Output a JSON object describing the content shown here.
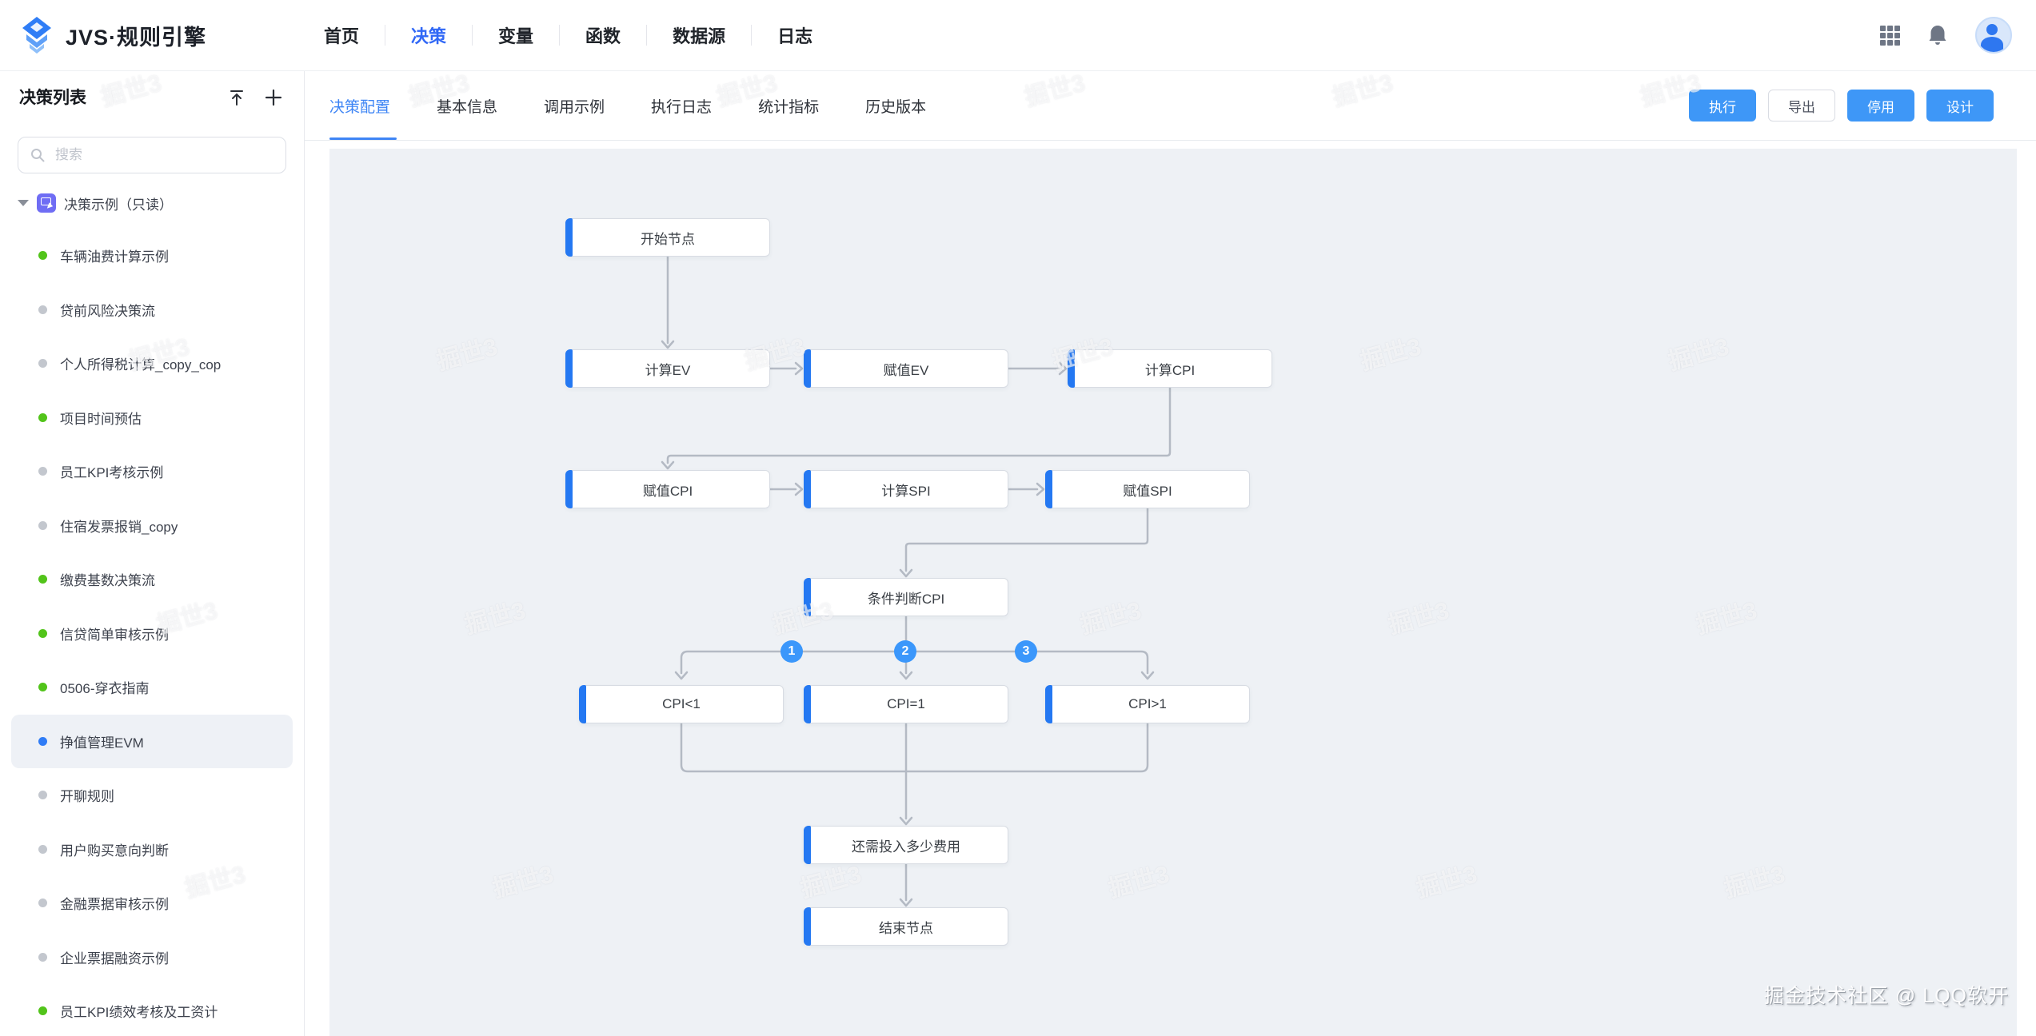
{
  "header": {
    "brand": "JVS·规则引擎",
    "nav": [
      {
        "label": "首页",
        "active": false
      },
      {
        "label": "决策",
        "active": true
      },
      {
        "label": "变量",
        "active": false
      },
      {
        "label": "函数",
        "active": false
      },
      {
        "label": "数据源",
        "active": false
      },
      {
        "label": "日志",
        "active": false
      }
    ],
    "right_icons": [
      "apps-grid-icon",
      "bell-icon",
      "user-avatar"
    ]
  },
  "sidebar": {
    "title": "决策列表",
    "tools": [
      "export-icon",
      "plus-icon"
    ],
    "search_placeholder": "搜索",
    "tree_root": "决策示例（只读）",
    "items": [
      {
        "label": "车辆油费计算示例",
        "status": "green",
        "selected": false
      },
      {
        "label": "贷前风险决策流",
        "status": "gray",
        "selected": false
      },
      {
        "label": "个人所得税计算_copy_cop",
        "status": "gray",
        "selected": false
      },
      {
        "label": "项目时间预估",
        "status": "green",
        "selected": false
      },
      {
        "label": "员工KPI考核示例",
        "status": "gray",
        "selected": false
      },
      {
        "label": "住宿发票报销_copy",
        "status": "gray",
        "selected": false
      },
      {
        "label": "缴费基数决策流",
        "status": "green",
        "selected": false
      },
      {
        "label": "信贷简单审核示例",
        "status": "green",
        "selected": false
      },
      {
        "label": "0506-穿衣指南",
        "status": "green",
        "selected": false
      },
      {
        "label": "挣值管理EVM",
        "status": "blue",
        "selected": true
      },
      {
        "label": "开聊规则",
        "status": "gray",
        "selected": false
      },
      {
        "label": "用户购买意向判断",
        "status": "gray",
        "selected": false
      },
      {
        "label": "金融票据审核示例",
        "status": "gray",
        "selected": false
      },
      {
        "label": "企业票据融资示例",
        "status": "gray",
        "selected": false
      },
      {
        "label": "员工KPI绩效考核及工资计",
        "status": "green",
        "selected": false
      }
    ]
  },
  "tabs": [
    "决策配置",
    "基本信息",
    "调用示例",
    "执行日志",
    "统计指标",
    "历史版本"
  ],
  "active_tab": "决策配置",
  "toolbar": {
    "run": "执行",
    "export": "导出",
    "disable": "停用",
    "design": "设计"
  },
  "flow": {
    "nodes": [
      {
        "id": "start",
        "label": "开始节点"
      },
      {
        "id": "calc-ev",
        "label": "计算EV"
      },
      {
        "id": "assign-ev",
        "label": "赋值EV"
      },
      {
        "id": "calc-cpi",
        "label": "计算CPI"
      },
      {
        "id": "assign-cpi",
        "label": "赋值CPI"
      },
      {
        "id": "calc-spi",
        "label": "计算SPI"
      },
      {
        "id": "assign-spi",
        "label": "赋值SPI"
      },
      {
        "id": "condition-cpi",
        "label": "条件判断CPI"
      },
      {
        "id": "cpi-lt-1",
        "label": "CPI<1"
      },
      {
        "id": "cpi-eq-1",
        "label": "CPI=1"
      },
      {
        "id": "cpi-gt-1",
        "label": "CPI>1"
      },
      {
        "id": "more-cost",
        "label": "还需投入多少费用"
      },
      {
        "id": "end",
        "label": "结束节点"
      }
    ],
    "branch_badges": [
      "1",
      "2",
      "3"
    ]
  },
  "watermark": {
    "tile": "掘世3",
    "credit": "掘金技术社区 @ LQQ软开"
  },
  "colors": {
    "primary_button": "#3e97f7",
    "nav_active": "#3168f6",
    "tab_active": "#3e85f5",
    "node_accent": "#2478f2",
    "badge": "#3b97fb",
    "status_green": "#52c41a",
    "status_gray": "#c3c7ce",
    "status_blue": "#2f7cf6",
    "canvas_bg": "#eef1f5",
    "edge": "#b4bac4"
  }
}
